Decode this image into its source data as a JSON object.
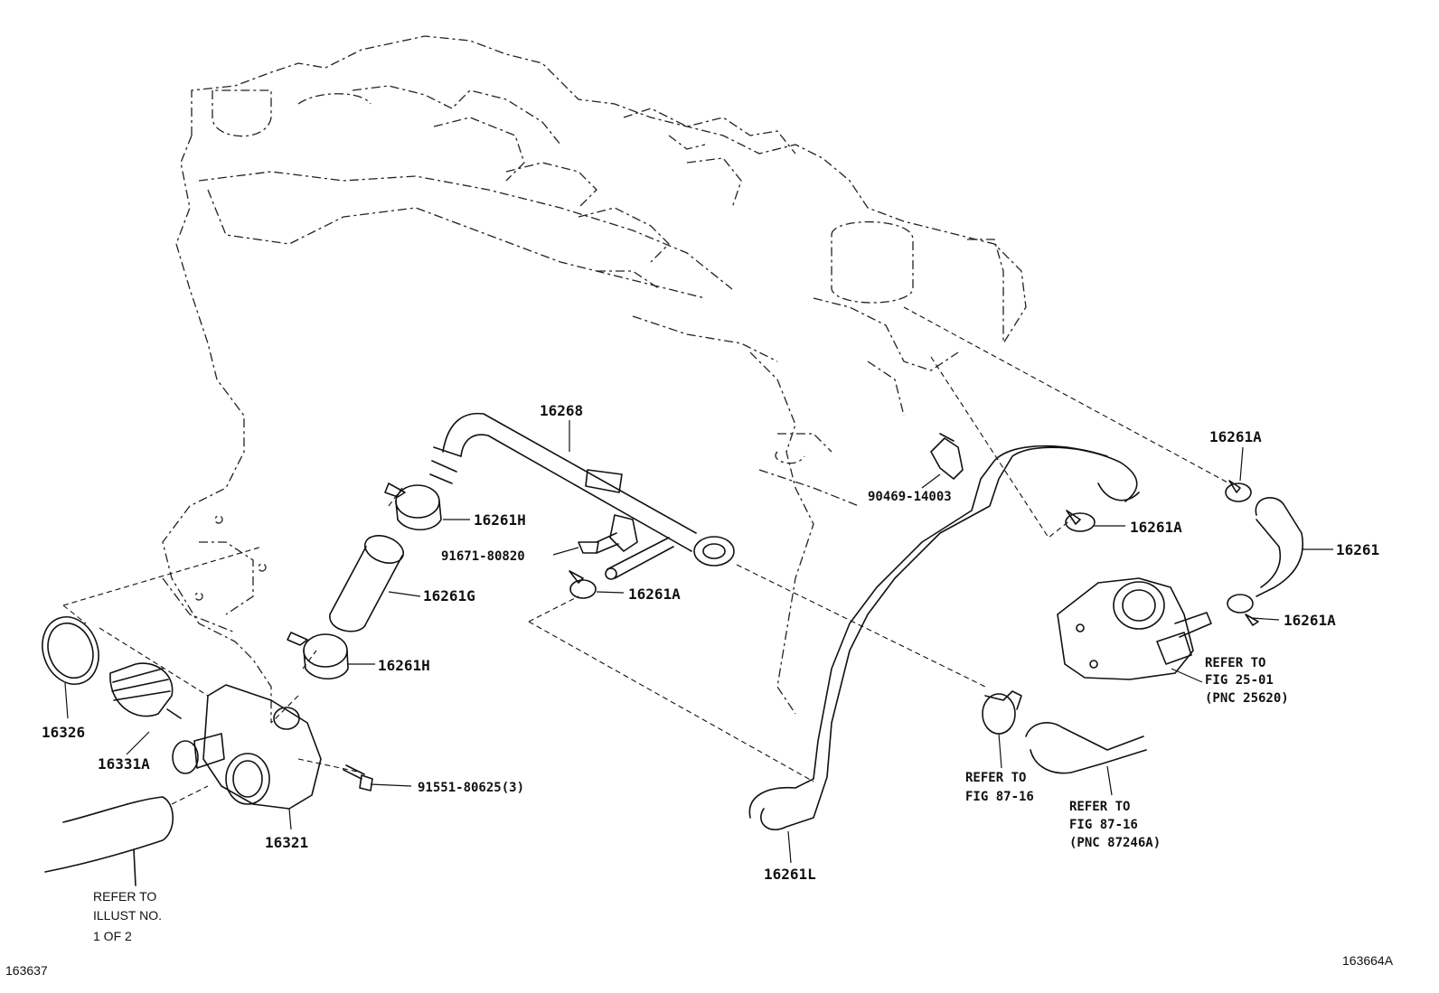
{
  "callouts": {
    "p16268": "16268",
    "p16261H_top": "16261H",
    "p91671": "91671-80820",
    "p16261G": "16261G",
    "p16261A_mid": "16261A",
    "p16261H_bot": "16261H",
    "p16326": "16326",
    "p16331A": "16331A",
    "p16321": "16321",
    "p91551": "91551-80625(3)",
    "p90469": "90469-14003",
    "p16261A_a": "16261A",
    "p16261A_b": "16261A",
    "p16261": "16261",
    "p16261A_c": "16261A",
    "p16261L": "16261L"
  },
  "refs": {
    "fig25": [
      "REFER TO",
      "FIG 25-01",
      "(PNC 25620)"
    ],
    "fig87a": [
      "REFER TO",
      "FIG 87-16"
    ],
    "fig87b": [
      "REFER TO",
      "FIG 87-16",
      "(PNC 87246A)"
    ],
    "illust": [
      "REFER TO",
      "ILLUST NO.",
      "1 OF 2"
    ]
  },
  "footer": {
    "left_id": "163637",
    "right_id": "163664A"
  }
}
